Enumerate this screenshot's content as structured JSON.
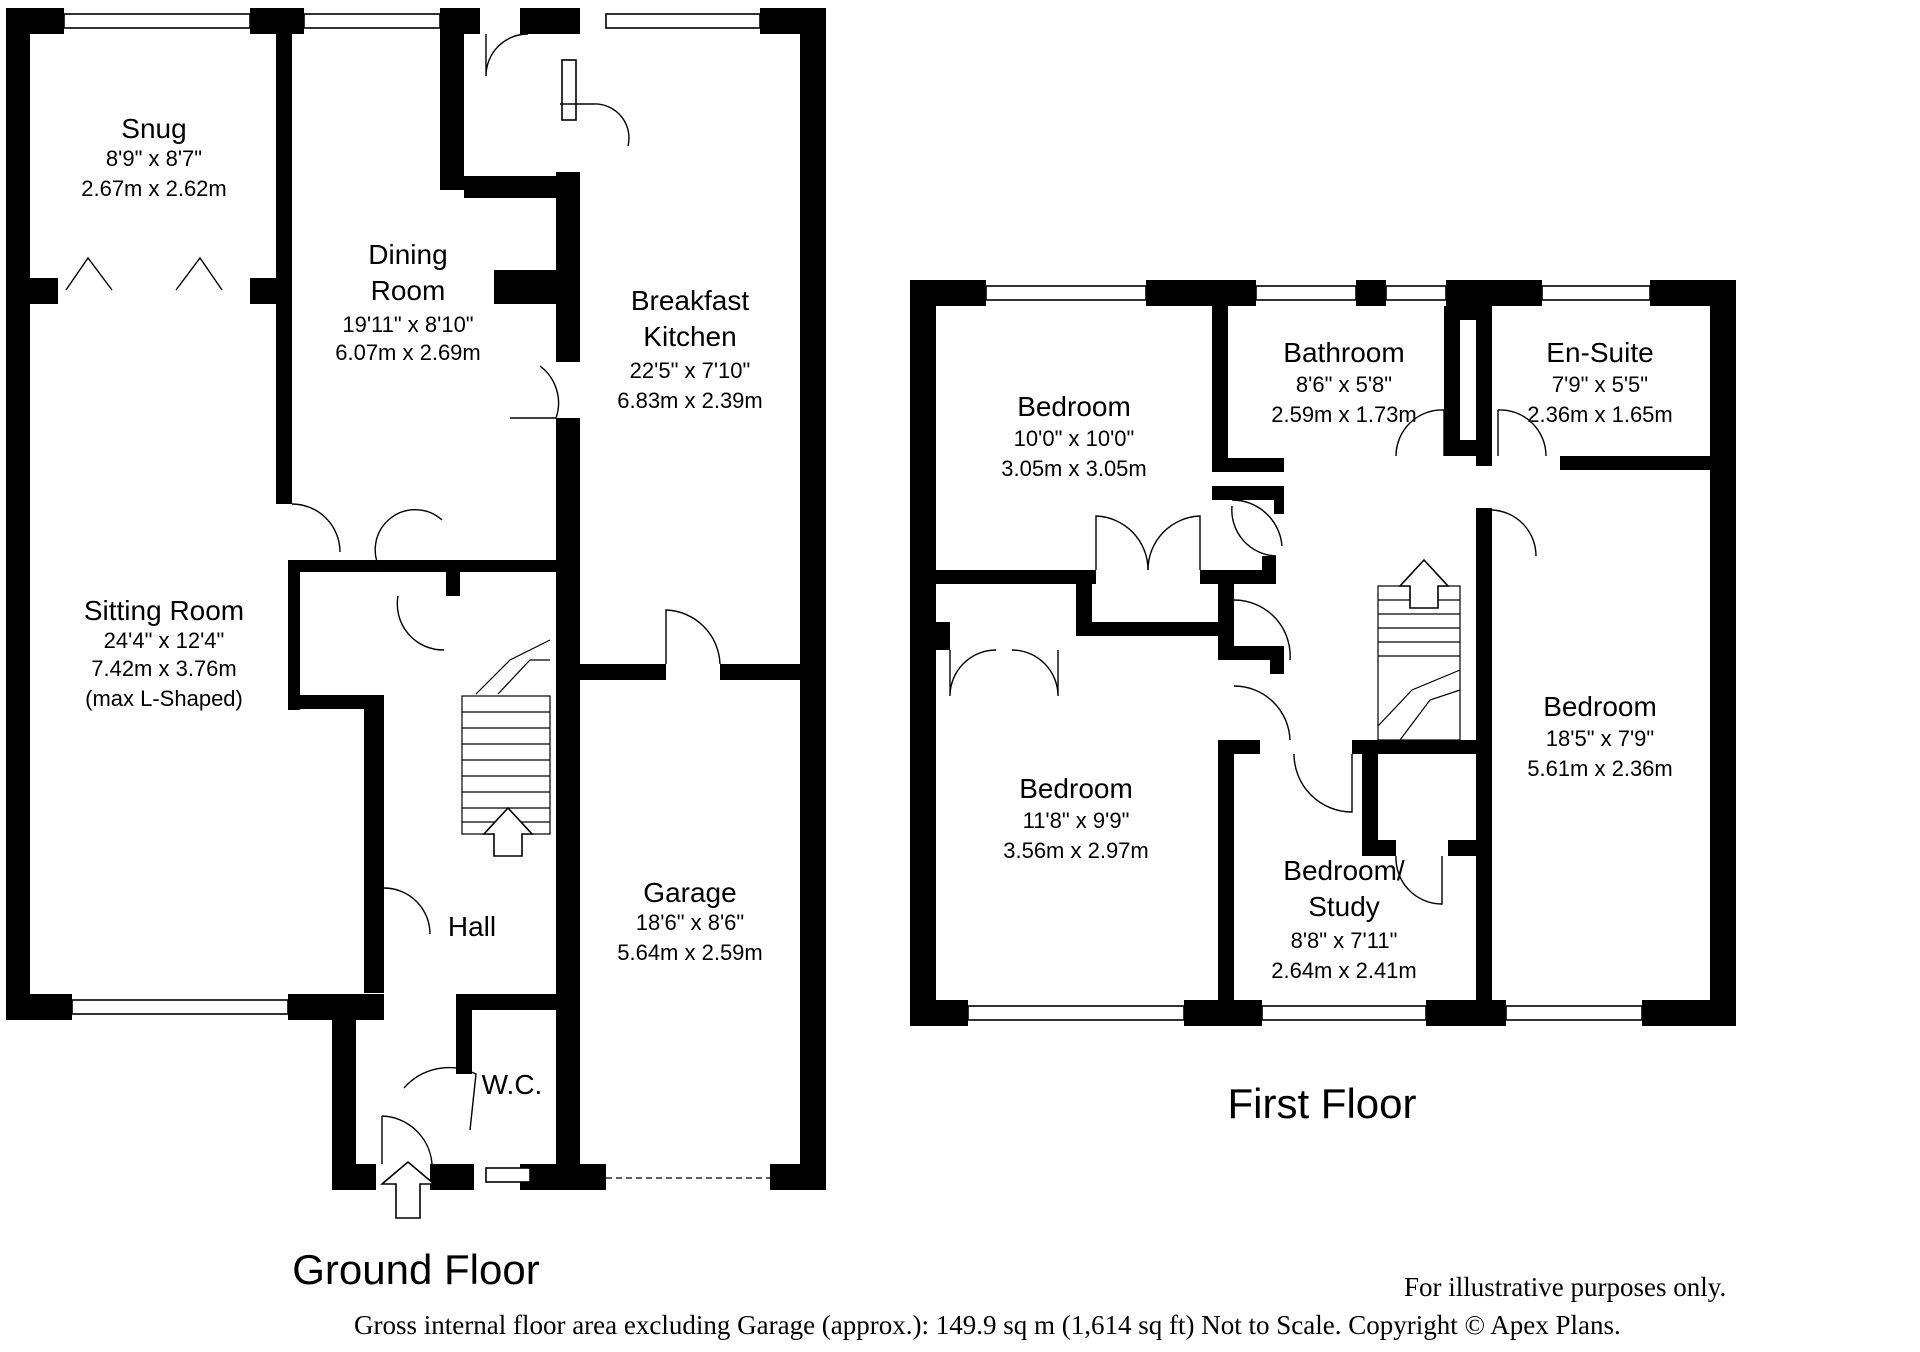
{
  "ground_floor": {
    "title": "Ground Floor",
    "rooms": {
      "snug": {
        "name": "Snug",
        "dim_imperial": "8'9\" x 8'7\"",
        "dim_metric": "2.67m x 2.62m"
      },
      "dining": {
        "name_line1": "Dining",
        "name_line2": "Room",
        "dim_imperial": "19'11\" x 8'10\"",
        "dim_metric": "6.07m x 2.69m"
      },
      "kitchen": {
        "name_line1": "Breakfast",
        "name_line2": "Kitchen",
        "dim_imperial": "22'5\" x 7'10\"",
        "dim_metric": "6.83m x 2.39m"
      },
      "sitting": {
        "name": "Sitting Room",
        "dim_imperial": "24'4\" x 12'4\"",
        "dim_metric": "7.42m x 3.76m",
        "note": "(max L-Shaped)"
      },
      "garage": {
        "name": "Garage",
        "dim_imperial": "18'6\" x 8'6\"",
        "dim_metric": "5.64m x 2.59m"
      },
      "hall": {
        "name": "Hall"
      },
      "wc": {
        "name": "W.C."
      }
    }
  },
  "first_floor": {
    "title": "First Floor",
    "rooms": {
      "bedroom1": {
        "name": "Bedroom",
        "dim_imperial": "10'0\" x 10'0\"",
        "dim_metric": "3.05m x 3.05m"
      },
      "bathroom": {
        "name": "Bathroom",
        "dim_imperial": "8'6\" x 5'8\"",
        "dim_metric": "2.59m x 1.73m"
      },
      "ensuite": {
        "name": "En-Suite",
        "dim_imperial": "7'9\" x 5'5\"",
        "dim_metric": "2.36m x 1.65m"
      },
      "bedroom2": {
        "name": "Bedroom",
        "dim_imperial": "11'8\" x 9'9\"",
        "dim_metric": "3.56m x 2.97m"
      },
      "bedroom3": {
        "name": "Bedroom",
        "dim_imperial": "18'5\" x 7'9\"",
        "dim_metric": "5.61m x 2.36m"
      },
      "study": {
        "name_line1": "Bedroom/",
        "name_line2": "Study",
        "dim_imperial": "8'8\" x 7'11\"",
        "dim_metric": "2.64m x 2.41m"
      }
    }
  },
  "footer": {
    "note_line1": "For illustrative purposes only.",
    "note_line2": "Gross internal floor area excluding Garage (approx.): 149.9 sq m (1,614 sq ft)  Not to Scale. Copyright © Apex Plans."
  }
}
